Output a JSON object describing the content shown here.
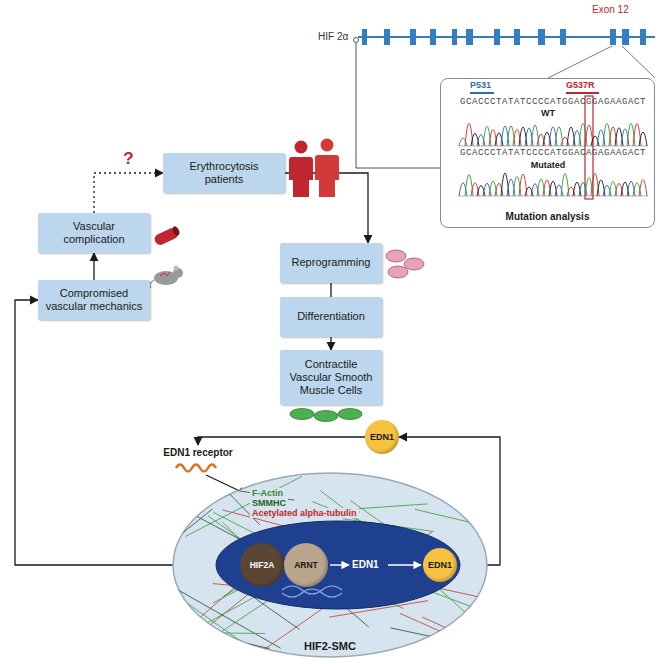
{
  "diagram": {
    "nodes": [
      {
        "text": [
          "Mutation analysis"
        ]
      },
      {
        "text": [
          "Erythrocytosis patients"
        ]
      },
      {
        "text": [
          "Vascular complication"
        ]
      },
      {
        "text": [
          "Compromised vascular mechanics"
        ]
      },
      {
        "text": [
          "Reprogramming"
        ]
      },
      {
        "text": [
          "Differentiation"
        ]
      },
      {
        "text": [
          "Contractile Vascular Smooth Muscle Cells"
        ]
      },
      {
        "text": [
          "EDN1"
        ]
      },
      {
        "text": [
          "HIF2-SMC"
        ]
      },
      {
        "text": [
          "HIF2A"
        ],
        "in": 8
      },
      {
        "text": [
          "ARNT"
        ],
        "in": 8
      },
      {
        "text": [
          "EDN1"
        ],
        "in": 8
      }
    ],
    "edges": [
      {
        "from": 1,
        "to": 4,
        "arrow": "to"
      },
      {
        "from": 4,
        "to": 5,
        "arrow": "none"
      },
      {
        "from": 5,
        "to": 6,
        "arrow": "to"
      },
      {
        "from": 11,
        "to": 7,
        "arrow": "to"
      },
      {
        "from": 8,
        "to": 3,
        "arrow": "to"
      },
      {
        "from": 3,
        "to": 2,
        "arrow": "to"
      },
      {
        "from": 2,
        "to": 1,
        "label": "?",
        "arrow": "to"
      }
    ],
    "labels": [
      "HIF 2α",
      "Exon 12",
      "P531",
      "G537R",
      "GCACCCTATATCCCCATGGACGGAGAAGACT",
      "WT",
      "GCACCCTATATCCCCATGGACAGAGAAGACT",
      "Mutated",
      "EDN1 receptor",
      "F-Actin",
      "SMMHC",
      "Acetylated alpha-tubulin",
      "EDN1"
    ]
  }
}
